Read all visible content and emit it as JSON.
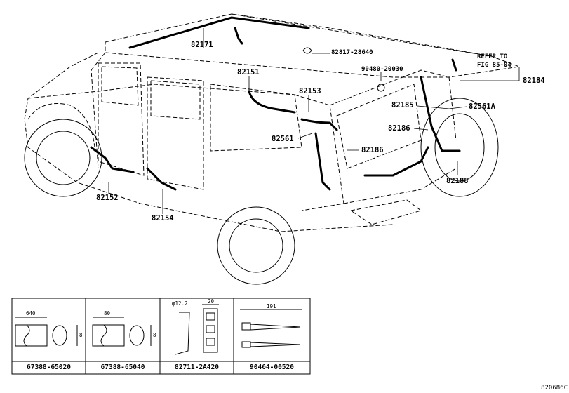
{
  "diagram": {
    "figure_id": "820686C",
    "part_labels": {
      "p82171": "82171",
      "p82817": "82817-28640",
      "p90480": "90480-20030",
      "refer": "REFER TO",
      "fig": "FIG 85-04",
      "p82184": "82184",
      "p82151": "82151",
      "p82153": "82153",
      "p82185": "82185",
      "p82561A": "82561A",
      "p82186a": "82186",
      "p82561": "82561",
      "p82186b": "82186",
      "p82152": "82152",
      "p82154": "82154",
      "p82188": "82188"
    },
    "table": {
      "cells": [
        {
          "part_no": "67388-65020",
          "dim_top": "640",
          "dim_side": "8"
        },
        {
          "part_no": "67388-65040",
          "dim_top": "80",
          "dim_side": "8"
        },
        {
          "part_no": "82711-2A420",
          "dim_top": "φ12.2",
          "dim_top2": "20"
        },
        {
          "part_no": "90464-00520",
          "dim_top": "191"
        }
      ]
    }
  }
}
